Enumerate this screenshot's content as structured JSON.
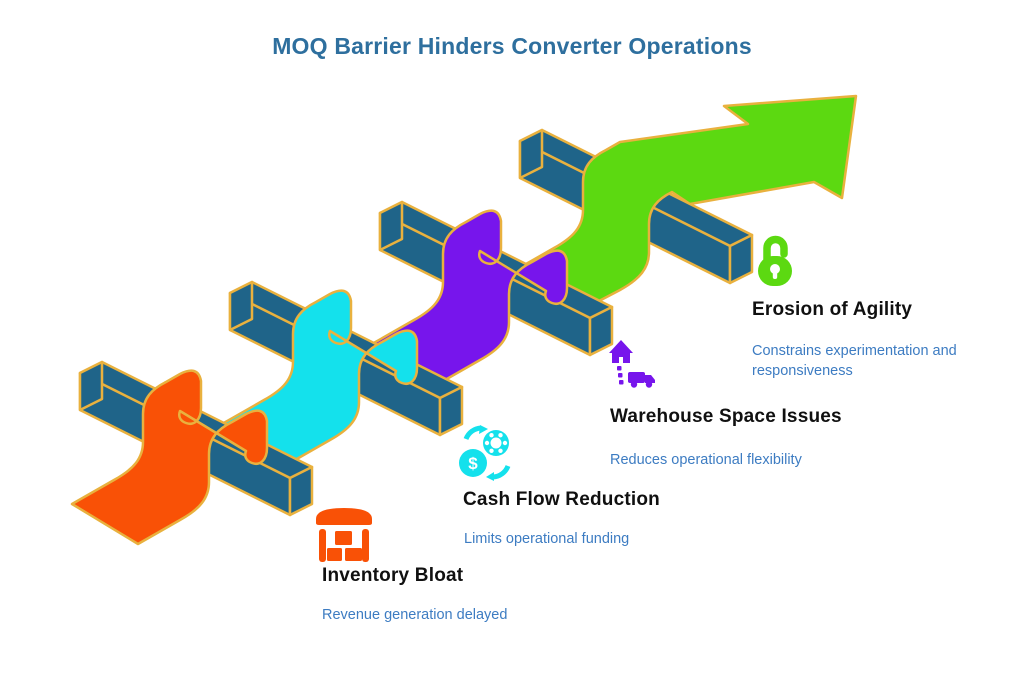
{
  "title": {
    "text": "MOQ Barrier Hinders Converter Operations"
  },
  "palette": {
    "title": "#2E6F9E",
    "heading": "#101010",
    "subtext": "#3D7CC2",
    "outline": "#E9B13E",
    "bar": "#1F6489",
    "background": "#FFFFFF"
  },
  "illustration": {
    "type": "isometric-ribbon-over-hurdles",
    "hurdle_count": 4,
    "arrow_color": "#5CD911"
  },
  "icons": {
    "dollar_symbol": "$"
  },
  "stages": [
    {
      "id": "inventory-bloat",
      "label": "Inventory Bloat",
      "description": "Revenue generation delayed",
      "color": "#F95106",
      "icon": "warehouse-storage-icon"
    },
    {
      "id": "cash-flow-reduction",
      "label": "Cash Flow Reduction",
      "description": "Limits operational funding",
      "color": "#14E1EC",
      "icon": "cash-flow-cycle-icon"
    },
    {
      "id": "warehouse-space-issues",
      "label": "Warehouse Space Issues",
      "description": "Reduces operational flexibility",
      "color": "#7715EC",
      "icon": "warehouse-truck-icon"
    },
    {
      "id": "erosion-of-agility",
      "label": "Erosion of Agility",
      "description": "Constrains experimentation and responsiveness",
      "color": "#5CD911",
      "icon": "padlock-icon"
    }
  ]
}
